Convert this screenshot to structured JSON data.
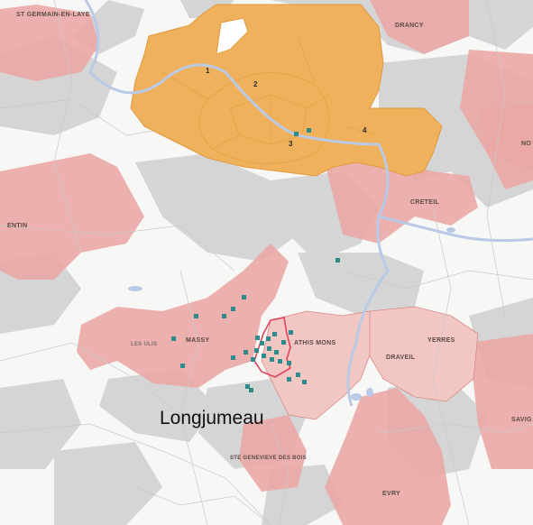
{
  "map": {
    "colors": {
      "background": "#f7f7f6",
      "urban_gray": "#d5d5d5",
      "zone_pink": "#eaa9a6",
      "zone_pink_light": "#f2c7c3",
      "paris_orange": "#f0b15c",
      "river_blue": "#b9c9e6",
      "highlight_red": "#e0445a",
      "point_teal": "#2e8b8b",
      "commune_lines": "#c9c9c9"
    },
    "labels": {
      "st_germain": "ST GERMAIN-EN-LAYE",
      "drancy": "DRANCY",
      "no": "NO",
      "creteil": "CRETEIL",
      "quentin": "ENTIN",
      "massy": "MASSY",
      "les_ulis": "LES ULIS",
      "athis_mons": "ATHIS MONS",
      "yerres": "YERRES",
      "draveil": "DRAVEIL",
      "savig": "SAVIG",
      "ste_genevieve": "STE GENEVIEVE DES BOIS",
      "evry": "EVRY",
      "longjumeau": "Longjumeau"
    },
    "arrondissements": [
      "1",
      "2",
      "3",
      "4"
    ],
    "icons": {
      "points": "square-marker-icon"
    }
  }
}
